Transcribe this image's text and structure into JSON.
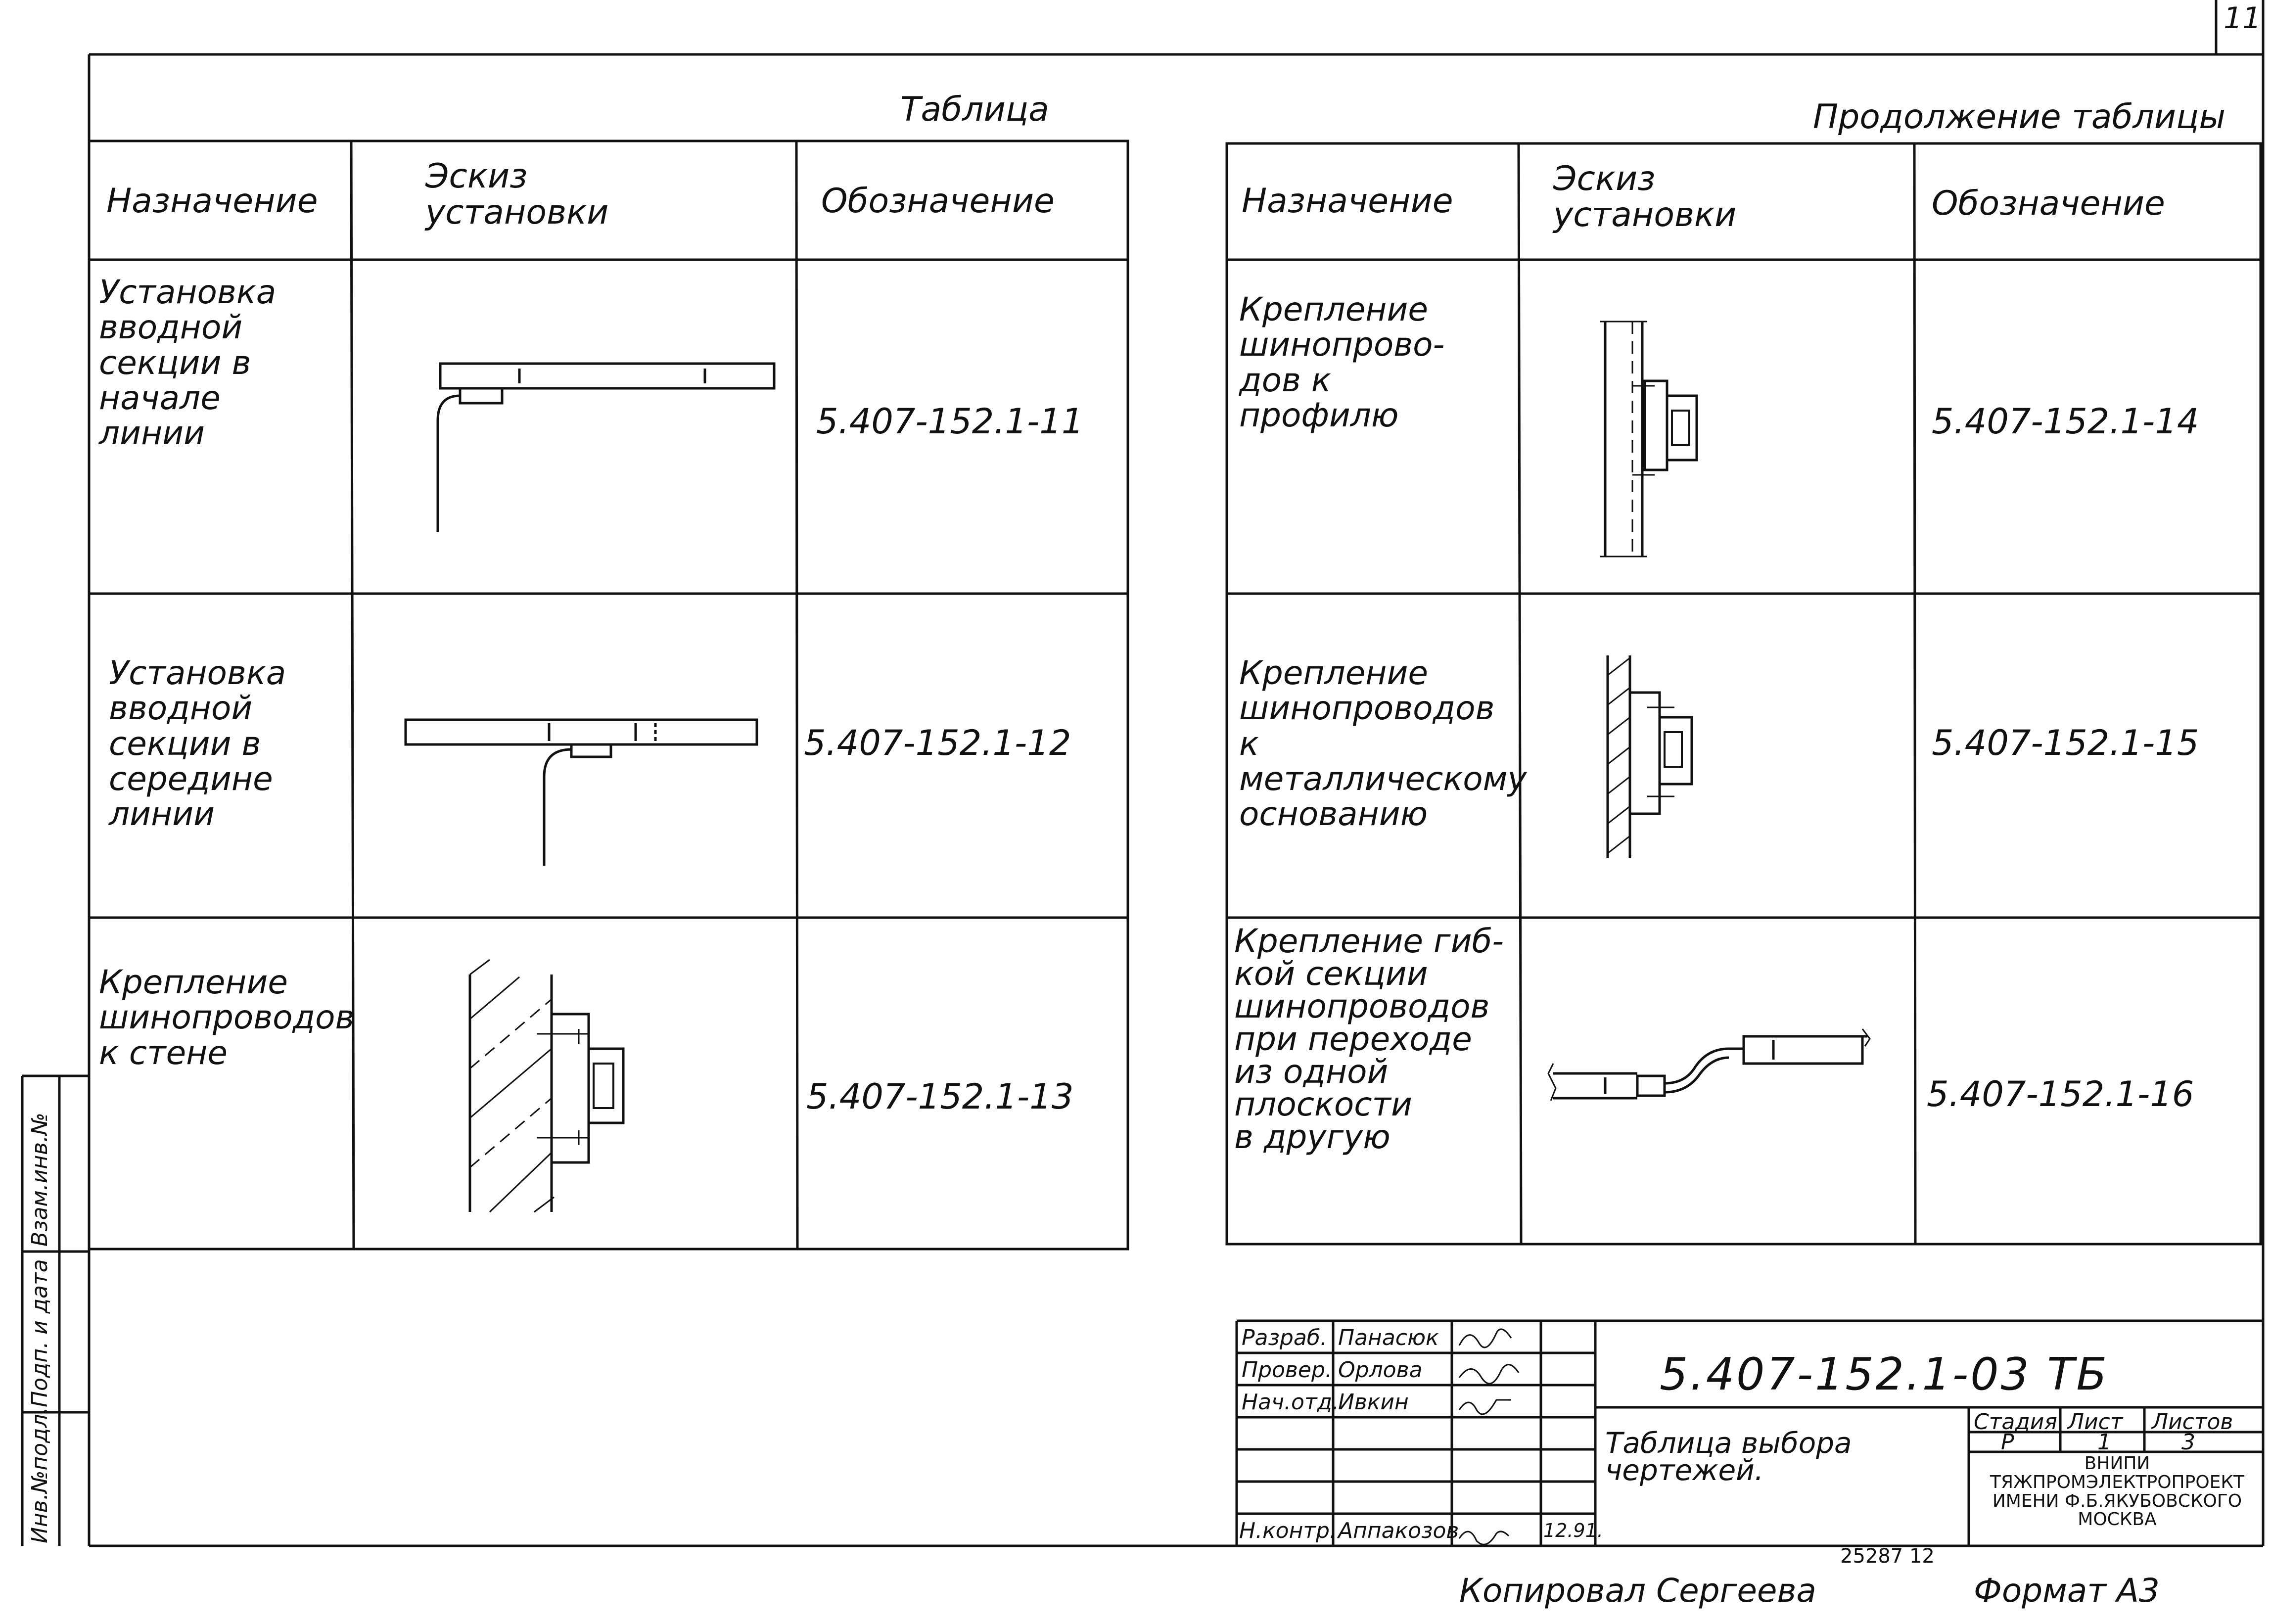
{
  "page_number": "11",
  "left_table": {
    "caption": "Таблица",
    "headers": {
      "purpose": "Назначение",
      "sketch": "Эскиз\nустановки",
      "designation": "Обозначение"
    },
    "rows": [
      {
        "purpose": "Установка\nвводной\nсекции в\nначале\nлинии",
        "code": "5.407-152.1-11"
      },
      {
        "purpose": "Установка\nвводной\nсекции в\nсередине\nлинии",
        "code": "5.407-152.1-12"
      },
      {
        "purpose": "Крепление\nшинопроводов\nк стене",
        "code": "5.407-152.1-13"
      }
    ]
  },
  "right_table": {
    "caption": "Продолжение таблицы",
    "headers": {
      "purpose": "Назначение",
      "sketch": "Эскиз\nустановки",
      "designation": "Обозначение"
    },
    "rows": [
      {
        "purpose": "Крепление\nшинопрово-\nдов к\nпрофилю",
        "code": "5.407-152.1-14"
      },
      {
        "purpose": "Крепление\nшинопроводов\nк\nметаллическому\nоснованию",
        "code": "5.407-152.1-15"
      },
      {
        "purpose": "Крепление гиб-\nкой секции\nшинопроводов\nпри переходе\nиз одной\nплоскости\nв другую",
        "code": "5.407-152.1-16"
      }
    ]
  },
  "side_strip": {
    "label1": "Инв.№подл.",
    "label2": "Подп. и дата",
    "label3": "Взам.инв.№"
  },
  "title_block": {
    "roles": [
      "Разраб.",
      "Провер.",
      "Нач.отд.",
      "",
      "",
      "Н.контр."
    ],
    "names": [
      "Панасюк",
      "Орлова",
      "Ивкин",
      "",
      "",
      "Аппакозов"
    ],
    "date": "12.91.",
    "doc_code": "5.407-152.1-03 ТБ",
    "title": "Таблица выбора\nчертежей.",
    "stage_label": "Стадия",
    "sheet_label": "Лист",
    "sheets_label": "Листов",
    "stage": "Р",
    "sheet": "1",
    "sheets": "3",
    "org": "ВНИПИ\nТЯЖПРОМЭЛЕКТРОПРОЕКТ\nИМЕНИ Ф.Б.ЯКУБОВСКОГО\nМОСКВА"
  },
  "footer": {
    "number": "25287 12",
    "copied": "Копировал Сергеева",
    "format": "Формат А3"
  }
}
